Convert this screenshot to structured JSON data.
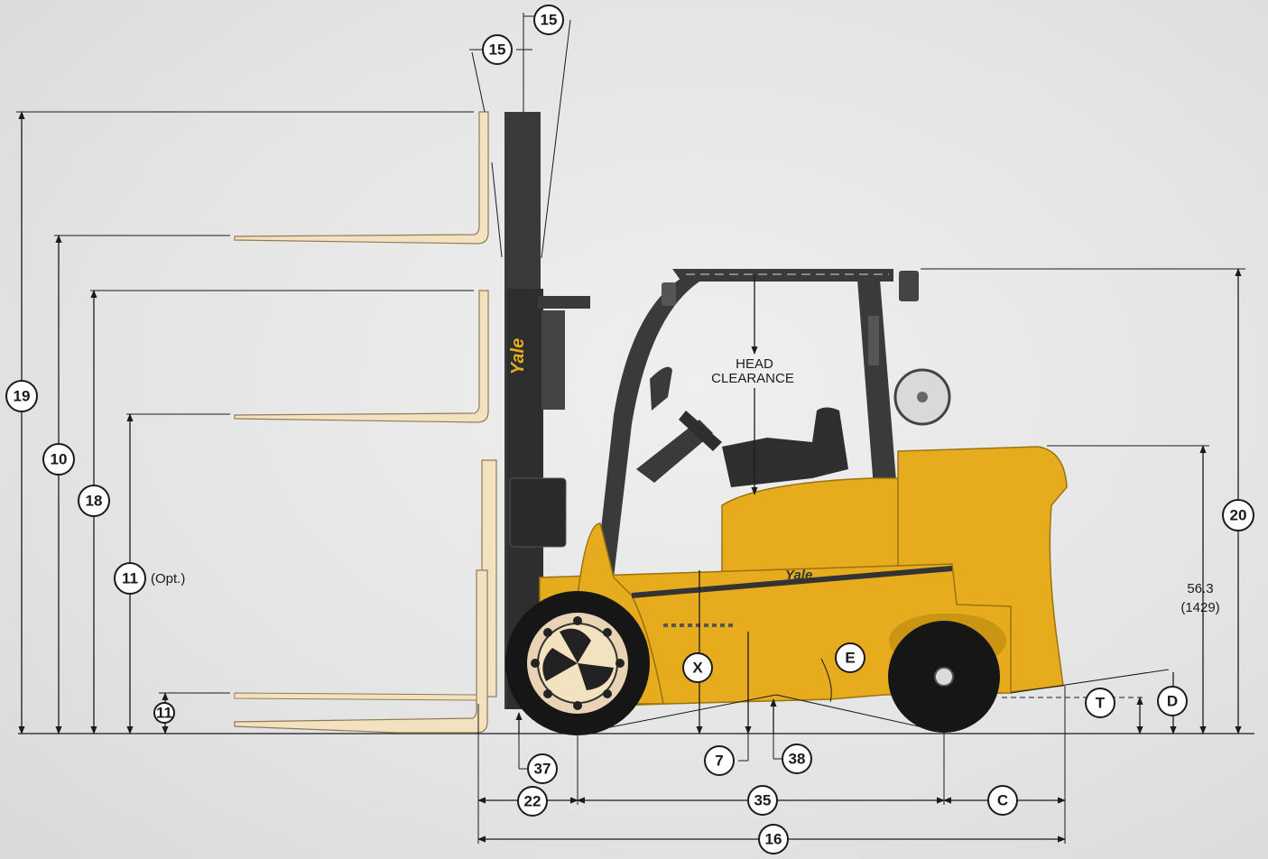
{
  "colors": {
    "truck_yellow": "#e6ac1e",
    "truck_yellow_dark": "#b8860b",
    "mast_dark": "#3a3a3a",
    "fork_cream": "#f3e2c0",
    "tire_black": "#161616",
    "line": "#1b1b1b"
  },
  "brand": {
    "mast_logo": "Yale",
    "body_logo": "Yale"
  },
  "labels": {
    "head_clearance_line1": "HEAD",
    "head_clearance_line2": "CLEARANCE",
    "option_note": "(Opt.)",
    "height_value": "56.3",
    "height_value_metric": "(1429)"
  },
  "callouts": {
    "tilt_forward": "15",
    "tilt_back": "15",
    "max_fork_height": "19",
    "overall_lowered": "10",
    "free_lift": "18",
    "free_lift_opt": "11",
    "fork_offset": "11",
    "overhead_guard": "20",
    "mast_clearance": "37",
    "load_center": "22",
    "ground_clearance": "7",
    "center_clearance": "38",
    "wheelbase": "35",
    "rear_overhang": "C",
    "overall_length": "16",
    "under_clearance": "X",
    "departure": "E",
    "counterweight_t": "T",
    "counterweight_d": "D"
  }
}
